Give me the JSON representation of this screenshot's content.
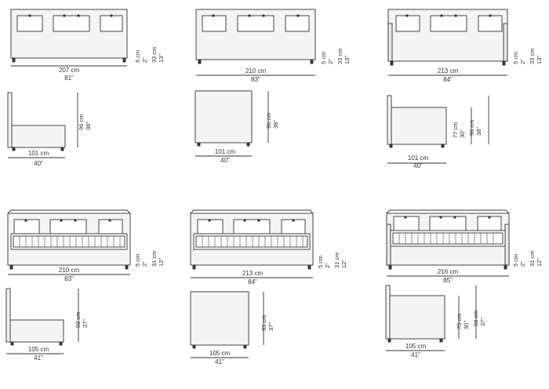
{
  "colors": {
    "line": "#333333",
    "fill": "#f2f2f2",
    "panel": "#ffffff",
    "dim": "#444444"
  },
  "models": [
    {
      "front_width_cm": "207 cm",
      "front_width_in": "81\"",
      "front_leg_cm": "5 cm",
      "front_leg_in": "2\"",
      "front_height_cm": "33 cm",
      "front_height_in": "13\"",
      "side_height_cm": "96 cm",
      "side_height_in": "38\"",
      "side_width_cm": "101 cm",
      "side_width_in": "40\""
    },
    {
      "front_width_cm": "210 cm",
      "front_width_in": "83\"",
      "front_leg_cm": "5 cm",
      "front_leg_in": "2\"",
      "front_height_cm": "33 cm",
      "front_height_in": "13\"",
      "side_height_cm": "96 cm",
      "side_height_in": "38\"",
      "side_width_cm": "101 cm",
      "side_width_in": "40\""
    },
    {
      "front_width_cm": "213 cm",
      "front_width_in": "84\"",
      "front_leg_cm": "5 cm",
      "front_leg_in": "2\"",
      "front_height_cm": "33 cm",
      "front_height_in": "13\"",
      "side_height_cm": "96 cm",
      "side_height_in": "38\"",
      "side_inner_cm": "77 cm",
      "side_inner_in": "30\"",
      "side_width_cm": "101 cm",
      "side_width_in": "40\""
    },
    {
      "front_width_cm": "210 cm",
      "front_width_in": "83\"",
      "front_leg_cm": "5 cm",
      "front_leg_in": "2\"",
      "front_height_cm": "31 cm",
      "front_height_in": "12\"",
      "side_height_cm": "93 cm",
      "side_height_in": "37\"",
      "side_width_cm": "105 cm",
      "side_width_in": "41\""
    },
    {
      "front_width_cm": "213 cm",
      "front_width_in": "84\"",
      "front_leg_cm": "5 cm",
      "front_leg_in": "2\"",
      "front_height_cm": "31 cm",
      "front_height_in": "12\"",
      "side_height_cm": "93 cm",
      "side_height_in": "37\"",
      "side_width_cm": "105 cm",
      "side_width_in": "41\""
    },
    {
      "front_width_cm": "216 cm",
      "front_width_in": "85\"",
      "front_leg_cm": "5 cm",
      "front_leg_in": "2\"",
      "front_height_cm": "31 cm",
      "front_height_in": "12\"",
      "side_height_cm": "93 cm",
      "side_height_in": "37\"",
      "side_inner_cm": "75 cm",
      "side_inner_in": "30\"",
      "side_width_cm": "105 cm",
      "side_width_in": "41\""
    }
  ]
}
